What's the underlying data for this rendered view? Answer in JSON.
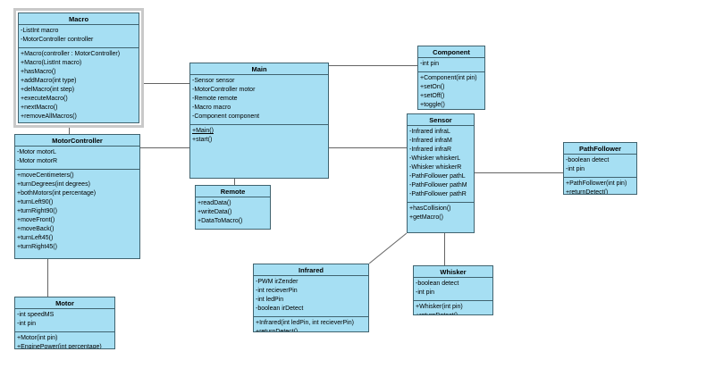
{
  "diagram": {
    "colors": {
      "class_fill": "#a6dff3",
      "class_border": "#40636f",
      "connector": "#646464",
      "selection_frame": "#c9c9c9",
      "background": "#ffffff",
      "text": "#000000"
    },
    "classes": [
      {
        "id": "macro",
        "name": "Macro",
        "selected": true,
        "attributes": [
          "-ListInt macro",
          "-MotorController controller"
        ],
        "methods": [
          "+Macro(controller : MotorController)",
          "+Macro(ListInt macro)",
          "+hasMacro()",
          "+addMacro(int type)",
          "+delMacro(int step)",
          "+executeMacro()",
          "+nextMacro()",
          "+removeAllMacros()"
        ]
      },
      {
        "id": "motorcontroller",
        "name": "MotorController",
        "attributes": [
          "-Motor motorL",
          "-Motor motorR"
        ],
        "methods": [
          "+moveCentimeters()",
          "+turnDegrees(int degrees)",
          "+bothMotors(int percentage)",
          "+turnLeft90()",
          "+turnRight90()",
          "+moveFront()",
          "+moveBack()",
          "+turnLeft45()",
          "+turnRight45()"
        ]
      },
      {
        "id": "motor",
        "name": "Motor",
        "attributes": [
          "-int speedMS",
          "-int pin"
        ],
        "methods": [
          "+Motor(int pin)",
          "+EnginePower(int percentage)"
        ]
      },
      {
        "id": "main",
        "name": "Main",
        "attributes": [
          "-Sensor sensor",
          "-MotorController motor",
          "-Remote remote",
          "-Macro macro",
          "-Component component"
        ],
        "methods": [
          "+Main()",
          "+start()"
        ],
        "underlined_methods": [
          "+Main()"
        ]
      },
      {
        "id": "remote",
        "name": "Remote",
        "attributes": [],
        "methods": [
          "+readData()",
          "+writeData()",
          "+DataToMacro()"
        ]
      },
      {
        "id": "component",
        "name": "Component",
        "attributes": [
          "-int pin"
        ],
        "methods": [
          "+Component(int pin)",
          "+setOn()",
          "+setOff()",
          "+toggle()"
        ]
      },
      {
        "id": "sensor",
        "name": "Sensor",
        "attributes": [
          "-Infrared infraL",
          "-Infrared infraM",
          "-Infrared infraR",
          "-Whisker whiskerL",
          "-Whisker whiskerR",
          "-PathFollower pathL",
          "-PathFollower pathM",
          "-PathFollower pathR"
        ],
        "methods": [
          "+hasCollision()",
          "+getMacro()"
        ]
      },
      {
        "id": "pathfollower",
        "name": "PathFollower",
        "attributes": [
          "-boolean detect",
          "-int pin"
        ],
        "methods": [
          "+PathFollower(int pin)",
          "+returnDetect()"
        ]
      },
      {
        "id": "infrared",
        "name": "Infrared",
        "attributes": [
          "-PWM irZender",
          "-int recieverPin",
          "-int ledPin",
          "-boolean irDetect"
        ],
        "methods": [
          "+Infrared(int ledPin, int recieverPin)",
          "+returnDetect()"
        ]
      },
      {
        "id": "whisker",
        "name": "Whisker",
        "attributes": [
          "-boolean detect",
          "-int pin"
        ],
        "methods": [
          "+Whisker(int pin)",
          "+returnDetect()"
        ]
      }
    ],
    "connectors": [
      {
        "from": "Macro",
        "to": "Main"
      },
      {
        "from": "Macro",
        "to": "MotorController"
      },
      {
        "from": "MotorController",
        "to": "Main"
      },
      {
        "from": "MotorController",
        "to": "Motor"
      },
      {
        "from": "Main",
        "to": "Remote"
      },
      {
        "from": "Main",
        "to": "Component"
      },
      {
        "from": "Main",
        "to": "Sensor"
      },
      {
        "from": "Sensor",
        "to": "PathFollower"
      },
      {
        "from": "Sensor",
        "to": "Whisker"
      },
      {
        "from": "Sensor",
        "to": "Infrared"
      }
    ]
  }
}
